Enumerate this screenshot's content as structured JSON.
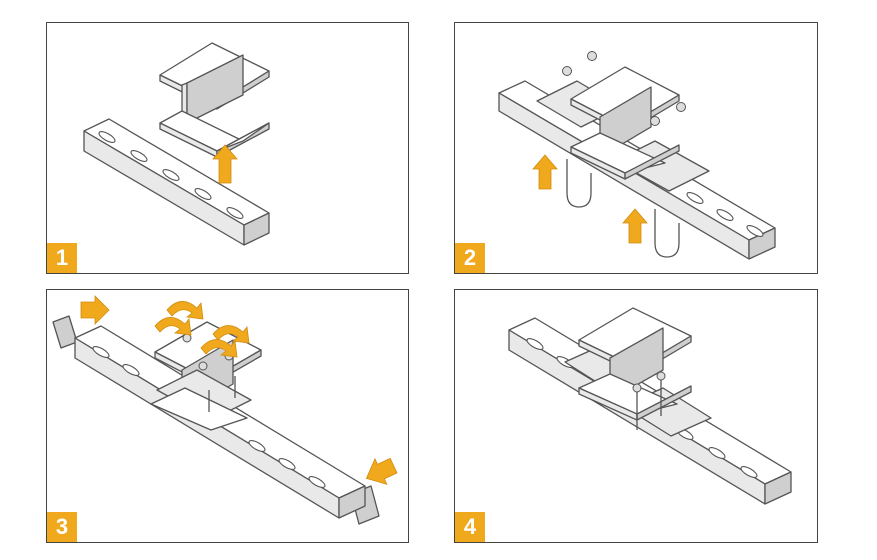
{
  "steps": [
    {
      "number": "1"
    },
    {
      "number": "2"
    },
    {
      "number": "3"
    },
    {
      "number": "4"
    }
  ],
  "colors": {
    "accent": "#f0a81c",
    "line": "#555555",
    "border": "#444444"
  }
}
